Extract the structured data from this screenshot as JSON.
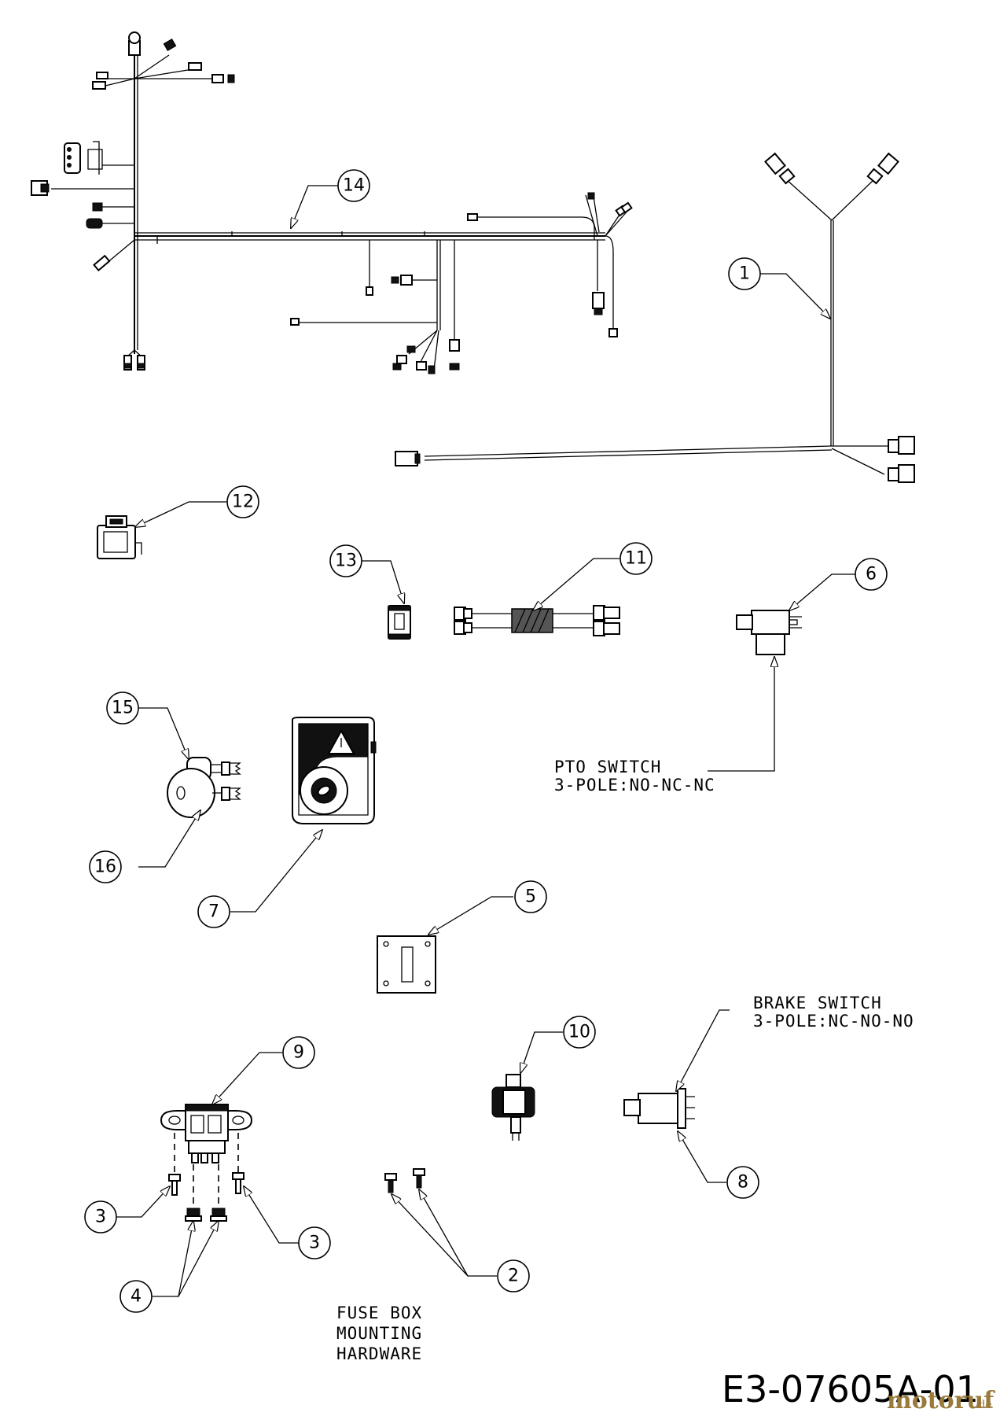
{
  "callouts": [
    "1",
    "2",
    "3",
    "3",
    "4",
    "5",
    "6",
    "7",
    "8",
    "9",
    "10",
    "11",
    "12",
    "13",
    "14",
    "15",
    "16"
  ],
  "labels": {
    "pto_line1": "PTO SWITCH",
    "pto_line2": "3-POLE:NO-NC-NC",
    "brake_line1": "BRAKE SWITCH",
    "brake_line2": "3-POLE:NC-NO-NO",
    "fuse_line1": "FUSE BOX",
    "fuse_line2": "MOUNTING",
    "fuse_line3": "HARDWARE"
  },
  "diagram_code": "E3-07605A-01",
  "watermark": {
    "brand": "motoruf",
    "suffix": ".de"
  }
}
